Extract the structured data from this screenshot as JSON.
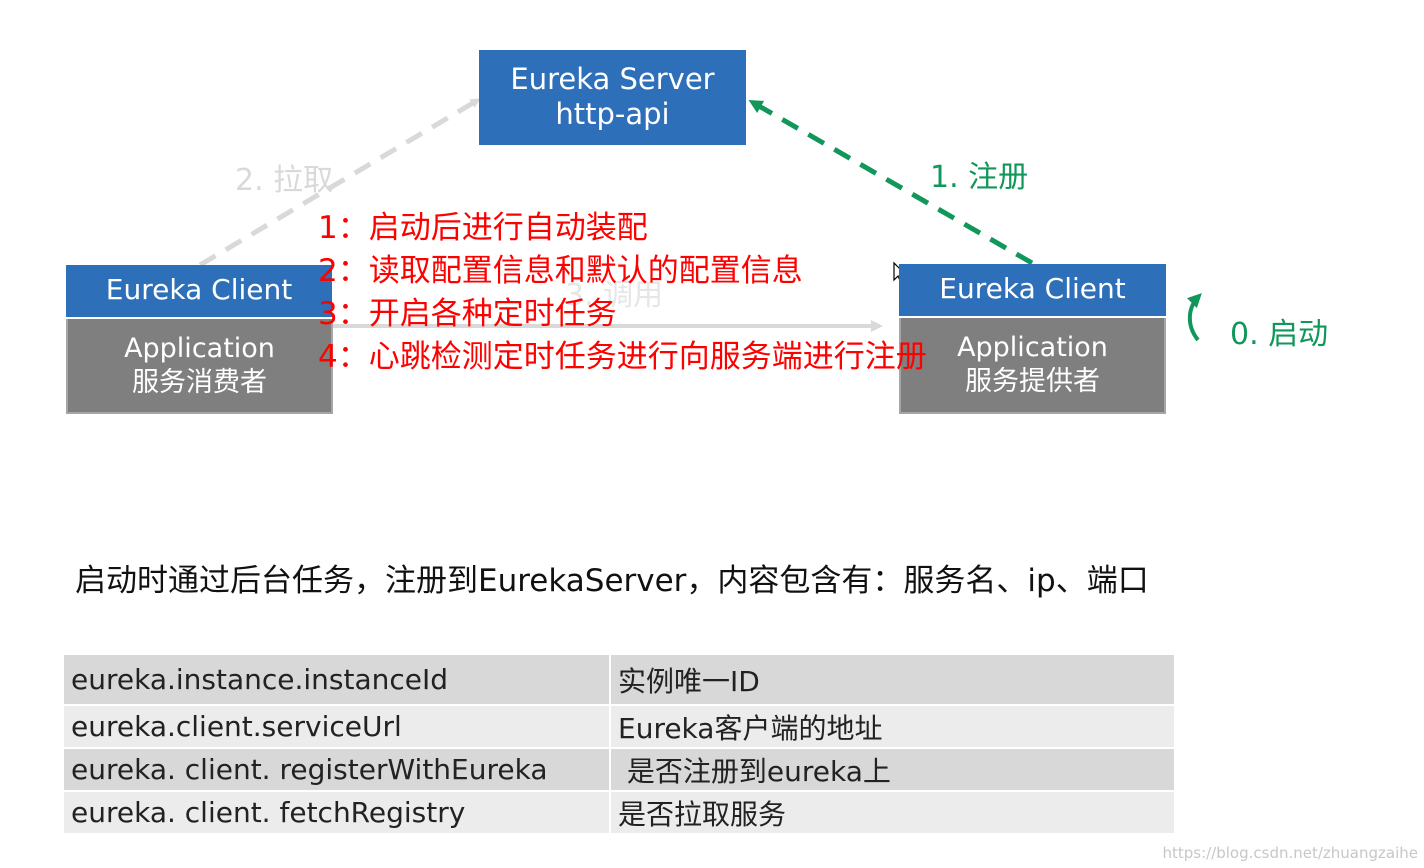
{
  "server": {
    "title": "Eureka Server",
    "subtitle": "http-api"
  },
  "consumer": {
    "header": "Eureka Client",
    "line1": "Application",
    "line2": "服务消费者"
  },
  "provider": {
    "header": "Eureka Client",
    "line1": "Application",
    "line2": "服务提供者"
  },
  "arrows": {
    "pull": "2. 拉取",
    "register": "1. 注册",
    "call": "3. 调用",
    "start": "0. 启动"
  },
  "notes": [
    "1：启动后进行自动装配",
    "2：读取配置信息和默认的配置信息",
    "3：开启各种定时任务",
    "4：心跳检测定时任务进行向服务端进行注册"
  ],
  "description": "启动时通过后台任务，注册到EurekaServer，内容包含有：服务名、ip、端口",
  "config_table": [
    {
      "key": "eureka.instance.instanceId",
      "value": "实例唯一ID"
    },
    {
      "key": "eureka.client.serviceUrl",
      "value": "Eureka客户端的地址"
    },
    {
      "key": "eureka. client. registerWithEureka",
      "value": " 是否注册到eureka上"
    },
    {
      "key": "eureka. client. fetchRegistry",
      "value": "是否拉取服务"
    }
  ],
  "watermark": "https://blog.csdn.net/zhuangzaihe",
  "colors": {
    "box_blue": "#2e6fba",
    "box_gray": "#7f7f7f",
    "register_green": "#11975a",
    "pull_gray": "#d9d9d9",
    "note_red": "#ff0000"
  }
}
